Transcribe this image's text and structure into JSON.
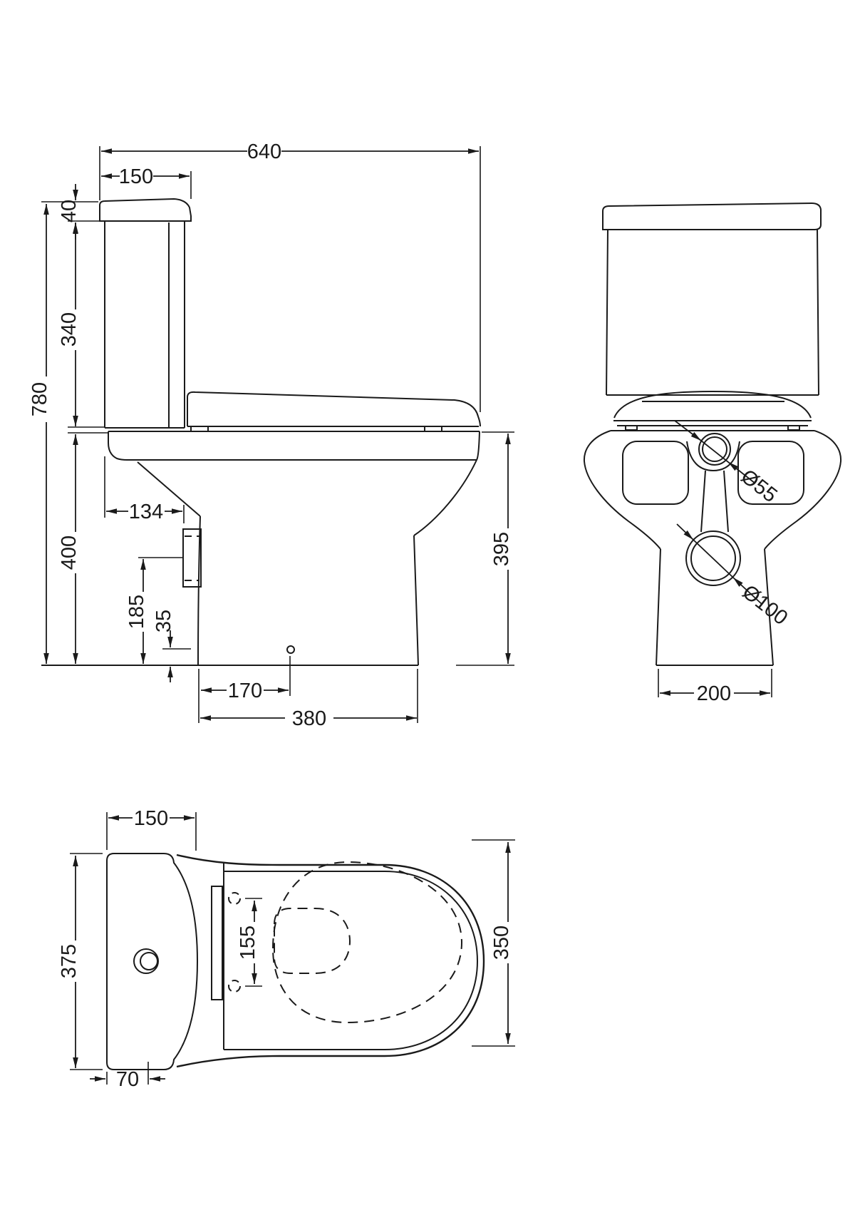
{
  "drawing": {
    "type": "toilet-technical-drawing",
    "views": {
      "side": {
        "name": "side-elevation",
        "dims": {
          "total_depth": "640",
          "cistern_depth": "150",
          "lid_height": "40",
          "cistern_body_height": "340",
          "overall_height": "780",
          "bowl_height": "400",
          "back_offset": "134",
          "inlet_height": "185",
          "fixing_height": "35",
          "outlet_offset": "170",
          "base_depth": "380",
          "rim_height": "395"
        }
      },
      "front": {
        "name": "front-elevation",
        "dims": {
          "flush_inlet_diameter": "Ø55",
          "outlet_diameter": "Ø100",
          "base_width": "200"
        }
      },
      "plan": {
        "name": "plan-view",
        "dims": {
          "cistern_depth": "150",
          "cistern_width": "375",
          "seat_hole_centres": "155",
          "bowl_width": "350",
          "side_offset": "70"
        }
      }
    }
  }
}
